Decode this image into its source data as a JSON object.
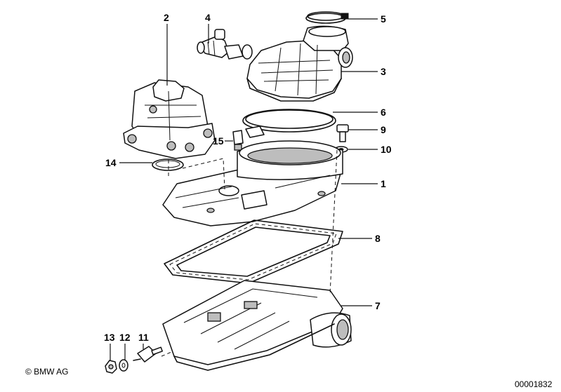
{
  "callouts": [
    {
      "id": "1",
      "label": "1"
    },
    {
      "id": "2",
      "label": "2"
    },
    {
      "id": "3",
      "label": "3"
    },
    {
      "id": "4",
      "label": "4"
    },
    {
      "id": "5",
      "label": "5"
    },
    {
      "id": "6",
      "label": "6"
    },
    {
      "id": "7",
      "label": "7"
    },
    {
      "id": "8",
      "label": "8"
    },
    {
      "id": "9",
      "label": "9"
    },
    {
      "id": "10",
      "label": "10"
    },
    {
      "id": "11",
      "label": "11"
    },
    {
      "id": "12",
      "label": "12"
    },
    {
      "id": "13",
      "label": "13"
    },
    {
      "id": "14",
      "label": "14"
    },
    {
      "id": "15",
      "label": "15"
    }
  ],
  "footer": {
    "copyright": "© BMW AG",
    "diagram_number": "00001832"
  }
}
